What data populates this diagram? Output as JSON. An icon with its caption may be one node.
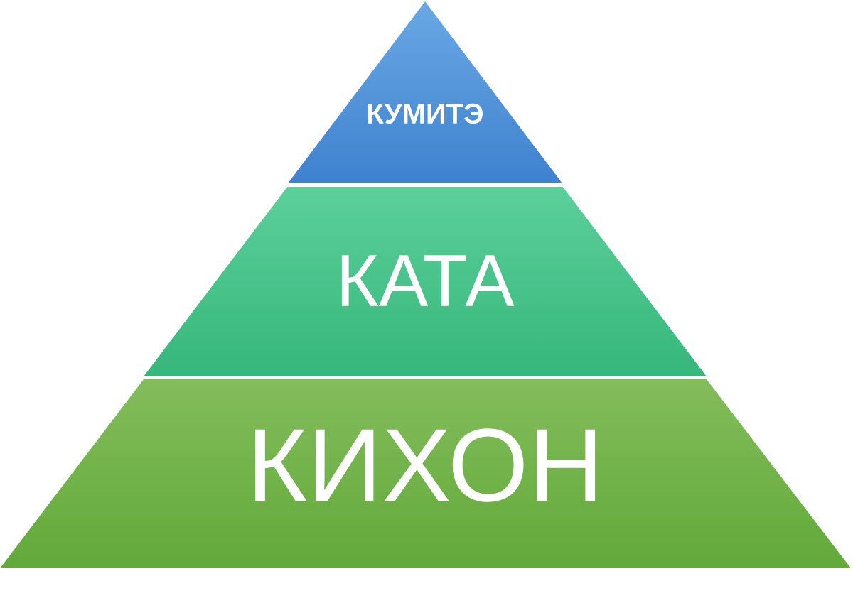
{
  "diagram": {
    "nodes": [
      {
        "text": [
          "КУМИТЭ"
        ]
      },
      {
        "text": [
          "КАТА"
        ]
      },
      {
        "text": [
          "КИХОН"
        ]
      }
    ]
  }
}
